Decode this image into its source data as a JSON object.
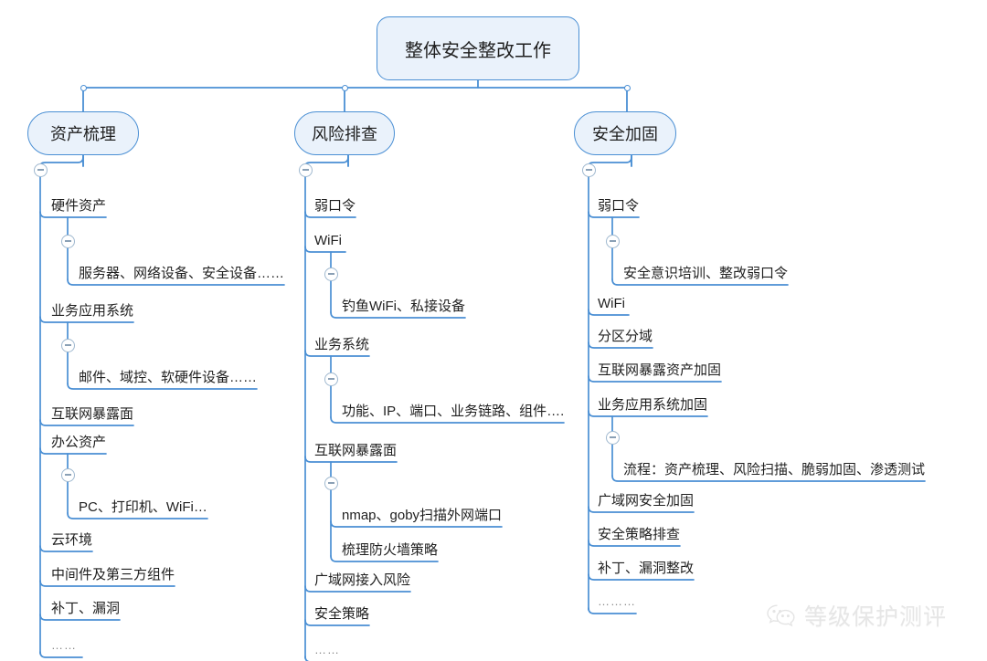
{
  "root": {
    "label": "整体安全整改工作"
  },
  "branches": [
    {
      "label": "资产梳理",
      "items": [
        {
          "label": "硬件资产",
          "children": [
            {
              "label": "服务器、网络设备、安全设备……"
            }
          ]
        },
        {
          "label": "业务应用系统",
          "children": [
            {
              "label": "邮件、域控、软硬件设备……"
            }
          ]
        },
        {
          "label": "互联网暴露面",
          "children": []
        },
        {
          "label": "办公资产",
          "children": [
            {
              "label": "PC、打印机、WiFi…"
            }
          ]
        },
        {
          "label": "云环境",
          "children": []
        },
        {
          "label": "中间件及第三方组件",
          "children": []
        },
        {
          "label": "补丁、漏洞",
          "children": []
        },
        {
          "label": "……",
          "children": []
        }
      ]
    },
    {
      "label": "风险排查",
      "items": [
        {
          "label": "弱口令",
          "children": []
        },
        {
          "label": "WiFi",
          "children": [
            {
              "label": "钓鱼WiFi、私接设备"
            }
          ]
        },
        {
          "label": "业务系统",
          "children": [
            {
              "label": "功能、IP、端口、业务链路、组件…."
            }
          ]
        },
        {
          "label": "互联网暴露面",
          "children": [
            {
              "label": "nmap、goby扫描外网端口"
            },
            {
              "label": "梳理防火墙策略"
            }
          ]
        },
        {
          "label": "广域网接入风险",
          "children": []
        },
        {
          "label": "安全策略",
          "children": []
        },
        {
          "label": "……",
          "children": []
        }
      ]
    },
    {
      "label": "安全加固",
      "items": [
        {
          "label": "弱口令",
          "children": [
            {
              "label": "安全意识培训、整改弱口令"
            }
          ]
        },
        {
          "label": "WiFi",
          "children": []
        },
        {
          "label": "分区分域",
          "children": []
        },
        {
          "label": "互联网暴露资产加固",
          "children": []
        },
        {
          "label": "业务应用系统加固",
          "children": [
            {
              "label": "流程：资产梳理、风险扫描、脆弱加固、渗透测试"
            }
          ]
        },
        {
          "label": "广域网安全加固",
          "children": []
        },
        {
          "label": "安全策略排查",
          "children": []
        },
        {
          "label": "补丁、漏洞整改",
          "children": []
        },
        {
          "label": "………",
          "children": []
        }
      ]
    }
  ],
  "watermark": {
    "text": "等级保护测评",
    "icon": "wechat-icon"
  },
  "colors": {
    "line": "#4a8fd4",
    "node_fill": "#eaf2fb",
    "node_border": "#4a8fd4",
    "text": "#1f1f1f",
    "toggle_border": "#9fb8cf",
    "background": "#ffffff"
  }
}
